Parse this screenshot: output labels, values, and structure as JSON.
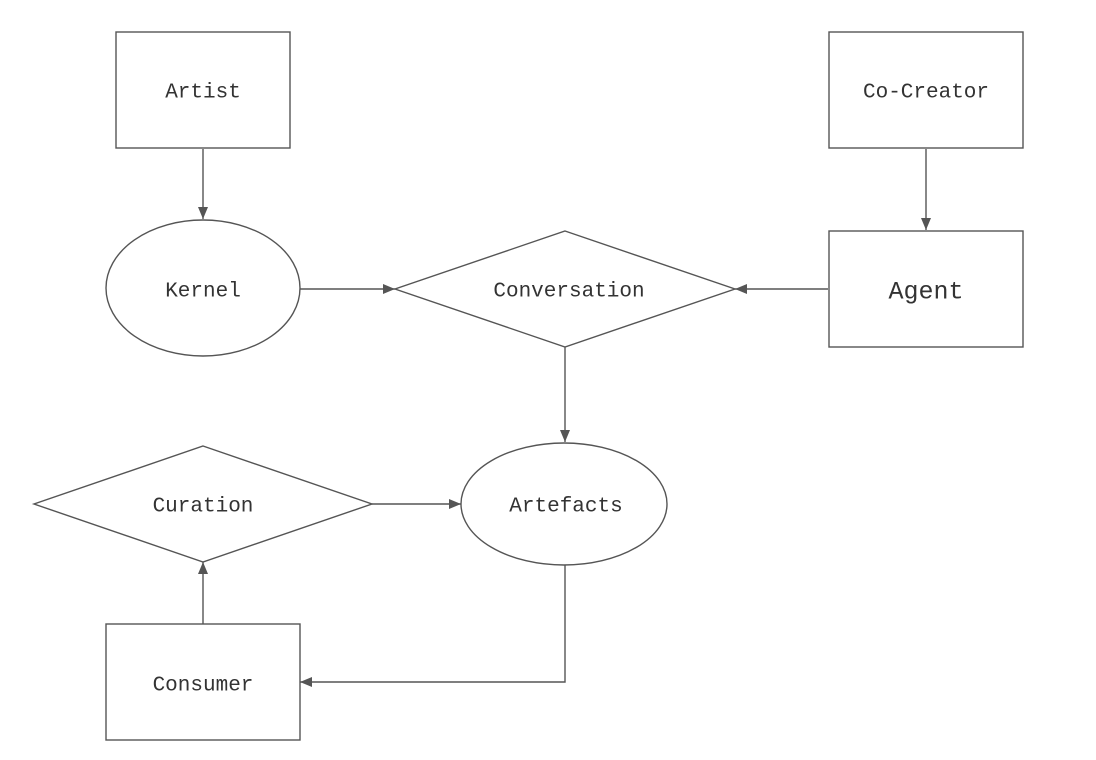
{
  "nodes": {
    "artist": {
      "label": "Artist",
      "shape": "rectangle"
    },
    "co_creator": {
      "label": "Co-Creator",
      "shape": "rectangle"
    },
    "kernel": {
      "label": "Kernel",
      "shape": "ellipse"
    },
    "conversation": {
      "label": "Conversation",
      "shape": "diamond"
    },
    "agent": {
      "label": "Agent",
      "shape": "rectangle"
    },
    "curation": {
      "label": "Curation",
      "shape": "diamond"
    },
    "artefacts": {
      "label": "Artefacts",
      "shape": "ellipse"
    },
    "consumer": {
      "label": "Consumer",
      "shape": "rectangle"
    }
  },
  "edges": [
    {
      "from": "artist",
      "to": "kernel"
    },
    {
      "from": "co_creator",
      "to": "agent"
    },
    {
      "from": "kernel",
      "to": "conversation"
    },
    {
      "from": "agent",
      "to": "conversation"
    },
    {
      "from": "conversation",
      "to": "artefacts"
    },
    {
      "from": "curation",
      "to": "artefacts"
    },
    {
      "from": "artefacts",
      "to": "consumer"
    },
    {
      "from": "consumer",
      "to": "curation"
    }
  ],
  "colors": {
    "stroke": "#555555",
    "text": "#333333",
    "background": "#ffffff"
  }
}
